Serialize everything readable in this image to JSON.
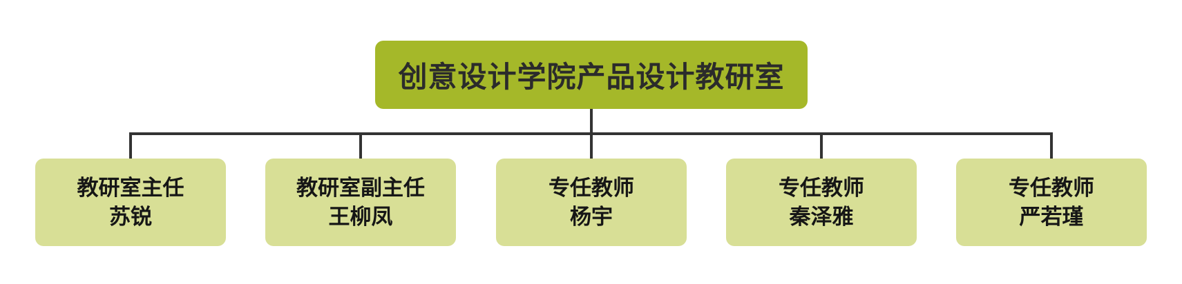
{
  "org": {
    "title": "创意设计学院产品设计教研室",
    "colors": {
      "root_fill": "#a5b829",
      "member_fill": "#d8df96",
      "connector": "#333333"
    },
    "members": [
      {
        "role": "教研室主任",
        "name": "苏锐"
      },
      {
        "role": "教研室副主任",
        "name": "王柳凤"
      },
      {
        "role": "专任教师",
        "name": "杨宇"
      },
      {
        "role": "专任教师",
        "name": "秦泽雅"
      },
      {
        "role": "专任教师",
        "name": "严若瑾"
      }
    ]
  }
}
